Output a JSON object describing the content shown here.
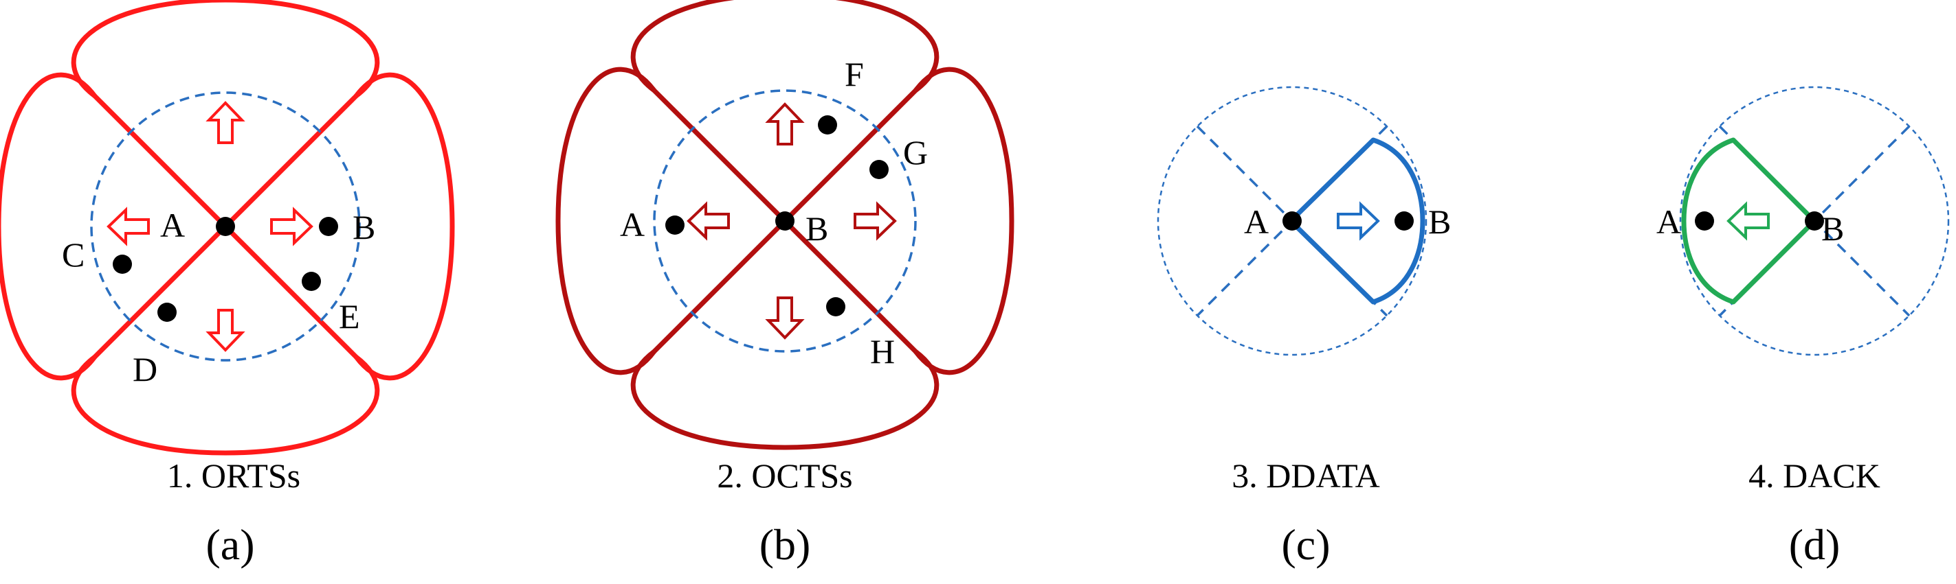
{
  "colors": {
    "panel_a": "#ff1a1a",
    "panel_b": "#b30f0f",
    "ddata": "#1f6fc4",
    "dack": "#22aa55",
    "range": "#2a6fc0",
    "node": "#000000"
  },
  "panels": [
    {
      "caption": "1. ORTSs",
      "sublabel": "(a)",
      "nodes": {
        "A": "A",
        "B": "B",
        "C": "C",
        "D": "D",
        "E": "E"
      }
    },
    {
      "caption": "2. OCTSs",
      "sublabel": "(b)",
      "nodes": {
        "A": "A",
        "B": "B",
        "F": "F",
        "G": "G",
        "H": "H"
      }
    },
    {
      "caption": "3. DDATA",
      "sublabel": "(c)",
      "nodes": {
        "A": "A",
        "B": "B"
      }
    },
    {
      "caption": "4. DACK",
      "sublabel": "(d)",
      "nodes": {
        "A": "A",
        "B": "B"
      }
    }
  ]
}
